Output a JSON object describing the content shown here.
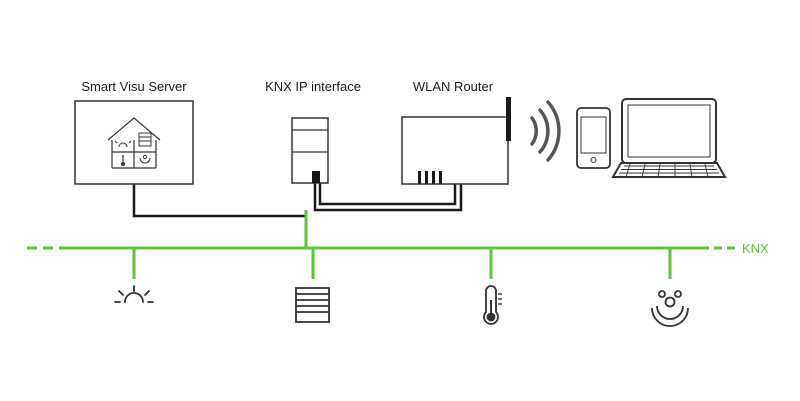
{
  "labels": {
    "server": "Smart Visu Server",
    "knx_interface": "KNX IP interface",
    "router": "WLAN Router",
    "bus": "KNX"
  },
  "colors": {
    "bus": "#5fc43a",
    "line": "#1a1a1a",
    "stroke": "#333333",
    "background": "#ffffff"
  },
  "devices": [
    {
      "icon": "light-icon"
    },
    {
      "icon": "blinds-icon"
    },
    {
      "icon": "thermometer-icon"
    },
    {
      "icon": "presence-sensor-icon"
    }
  ]
}
